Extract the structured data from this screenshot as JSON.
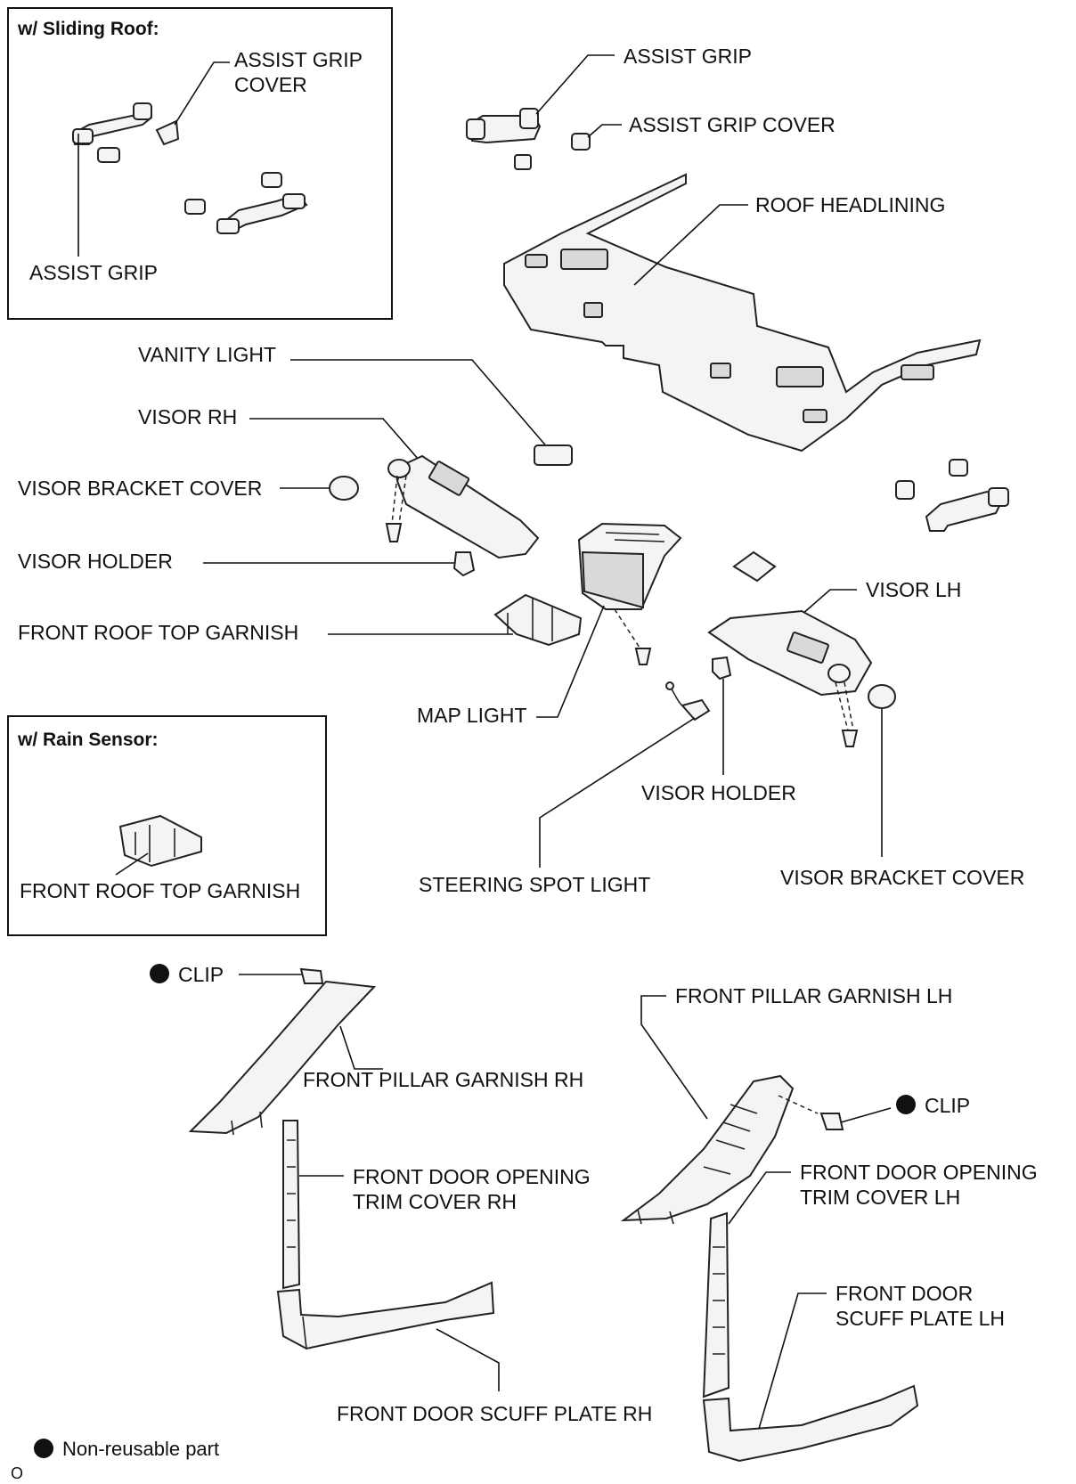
{
  "insets": {
    "sliding_roof": {
      "title": "w/ Sliding Roof:",
      "assist_grip_cover": [
        "ASSIST GRIP",
        "COVER"
      ],
      "assist_grip": "ASSIST GRIP"
    },
    "rain_sensor": {
      "title": "w/ Rain Sensor:",
      "front_roof_top_garnish": "FRONT ROOF TOP GARNISH"
    }
  },
  "labels": {
    "assist_grip": "ASSIST GRIP",
    "assist_grip_cover": "ASSIST GRIP COVER",
    "roof_headlining": "ROOF HEADLINING",
    "vanity_light": "VANITY LIGHT",
    "visor_rh": "VISOR RH",
    "visor_bracket_cover_rh": "VISOR BRACKET COVER",
    "visor_holder_rh": "VISOR HOLDER",
    "front_roof_top_garnish": "FRONT ROOF TOP GARNISH",
    "visor_lh": "VISOR LH",
    "map_light": "MAP LIGHT",
    "visor_holder_lh": "VISOR HOLDER",
    "steering_spot_light": "STEERING SPOT LIGHT",
    "visor_bracket_cover_lh": "VISOR BRACKET COVER",
    "clip_rh": "CLIP",
    "front_pillar_garnish_rh": "FRONT PILLAR GARNISH RH",
    "front_pillar_garnish_lh": "FRONT PILLAR GARNISH LH",
    "clip_lh": "CLIP",
    "front_door_opening_trim_cover_rh": [
      "FRONT DOOR OPENING",
      "TRIM COVER RH"
    ],
    "front_door_opening_trim_cover_lh": [
      "FRONT DOOR OPENING",
      "TRIM COVER LH"
    ],
    "front_door_scuff_plate_lh": [
      "FRONT DOOR",
      "SCUFF PLATE LH"
    ],
    "front_door_scuff_plate_rh": "FRONT DOOR SCUFF PLATE RH"
  },
  "legend": {
    "non_reusable": "Non-reusable part"
  },
  "corner_mark": "O"
}
